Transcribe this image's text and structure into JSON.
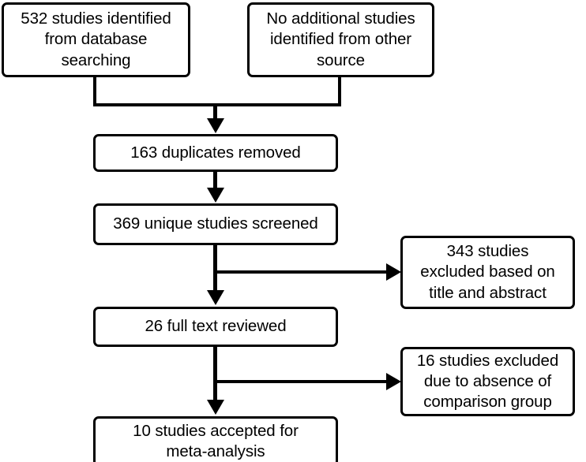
{
  "diagram": {
    "type": "prisma-flow-diagram",
    "title": "",
    "colors": {
      "stroke": "#000000",
      "fill": "#ffffff",
      "text": "#000000"
    },
    "nodes": [
      {
        "id": "database-searching",
        "lines": [
          "532 studies identified",
          "from database",
          "searching"
        ]
      },
      {
        "id": "other-source",
        "lines": [
          "No additional studies",
          "identified from other",
          "source"
        ]
      },
      {
        "id": "duplicates-removed",
        "lines": [
          "163 duplicates removed"
        ]
      },
      {
        "id": "unique-screened",
        "lines": [
          "369 unique studies screened"
        ]
      },
      {
        "id": "excluded-title-abstract",
        "lines": [
          "343 studies",
          "excluded based on",
          "title and abstract"
        ]
      },
      {
        "id": "full-text-reviewed",
        "lines": [
          "26 full text reviewed"
        ]
      },
      {
        "id": "excluded-no-comparison",
        "lines": [
          "16 studies excluded",
          "due to absence of",
          "comparison group"
        ]
      },
      {
        "id": "accepted-meta-analysis",
        "lines": [
          "10 studies accepted for",
          "meta-analysis"
        ]
      }
    ],
    "counts": {
      "identified_database": 532,
      "identified_other": 0,
      "duplicates_removed": 163,
      "unique_screened": 369,
      "excluded_title_abstract": 343,
      "full_text_reviewed": 26,
      "excluded_no_comparison": 16,
      "accepted": 10
    }
  }
}
